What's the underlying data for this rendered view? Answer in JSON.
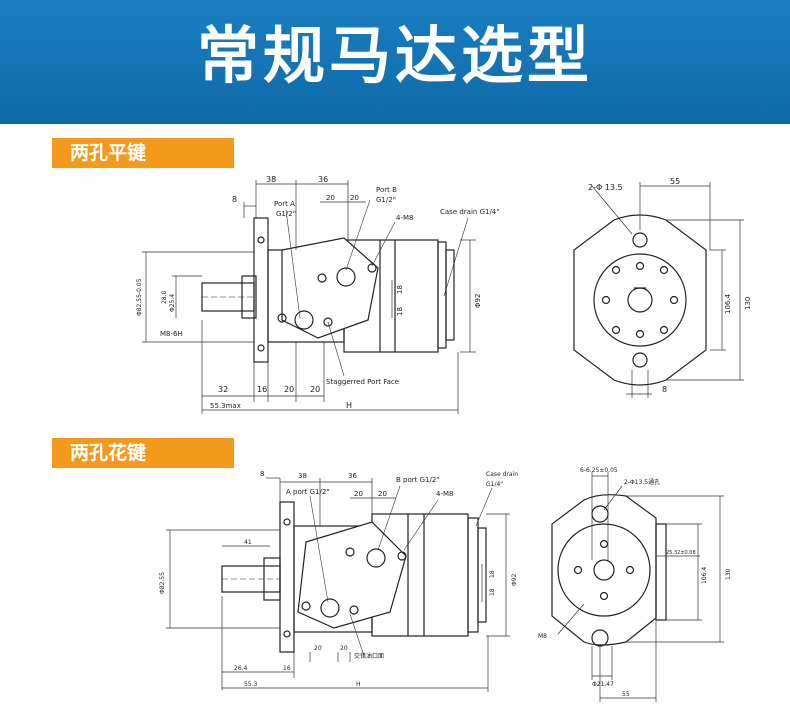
{
  "header": {
    "title": "常规马达选型"
  },
  "section1": {
    "title": "两孔平键",
    "dims": {
      "d38": "38",
      "d36": "36",
      "d8": "8",
      "d20a": "20",
      "d20b": "20",
      "port_a": "Port A",
      "port_a_size": "G1/2\"",
      "port_b": "Port B",
      "port_b_size": "G1/2\"",
      "m8_4": "4-M8",
      "case_drain": "Case drain G1/4\"",
      "phi82": "Φ82.55-0.05",
      "d28": "28.0",
      "phi25": "Φ25.4",
      "m8_6h": "M8-6H",
      "d18a": "18",
      "d18b": "18",
      "phi92": "Φ92",
      "d32": "32",
      "d16": "16",
      "d20c": "20",
      "d20d": "20",
      "staggered": "Staggerred Port Face",
      "d55max": "55.3max",
      "h": "H",
      "hole": "2-Φ 13.5",
      "d55": "55",
      "d106": "106.4",
      "d130": "130",
      "d8b": "8"
    }
  },
  "section2": {
    "title": "两孔花键",
    "dims": {
      "d8": "8",
      "d38": "38",
      "d36": "36",
      "a_port": "A port G1/2\"",
      "b_port": "B port G1/2\"",
      "case_drain": "Case drain",
      "case_drain_size": "G1/4\"",
      "m8_4": "4-M8",
      "d20a": "20",
      "d20b": "20",
      "d41": "41",
      "phi82": "Φ82.55",
      "d18a": "18",
      "d18b": "18",
      "phi92": "Φ92",
      "d20c": "20",
      "d20d": "20",
      "stagger": "交错油口面",
      "d26": "26.4",
      "d16": "16",
      "d55": "55.3",
      "h": "H",
      "spline": "6-6.25±0.05",
      "hole": "2-Φ13.5通孔",
      "d25": "25.32±0.08",
      "d106": "106.4",
      "d130": "130",
      "m8": "M8",
      "phi21": "Φ21.47",
      "d55b": "55"
    }
  }
}
